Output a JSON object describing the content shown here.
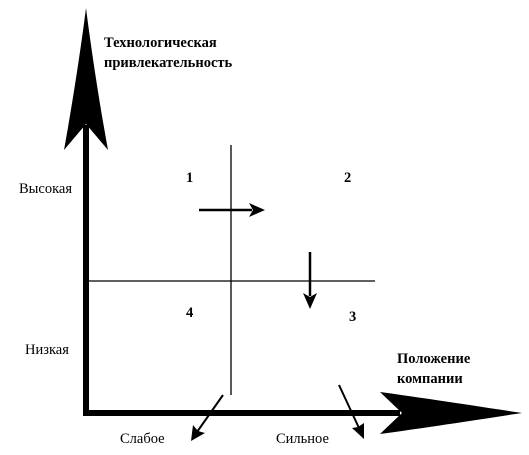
{
  "y_axis": {
    "title_line1": "Технологическая",
    "title_line2": "привлекательность",
    "tick_high": "Высокая",
    "tick_low": "Низкая"
  },
  "x_axis": {
    "title_line1": "Положение",
    "title_line2": "компании",
    "tick_weak": "Слабое",
    "tick_strong": "Сильное"
  },
  "quadrants": {
    "q1": "1",
    "q2": "2",
    "q3": "3",
    "q4": "4"
  },
  "colors": {
    "ink": "#000000",
    "background": "#ffffff"
  }
}
